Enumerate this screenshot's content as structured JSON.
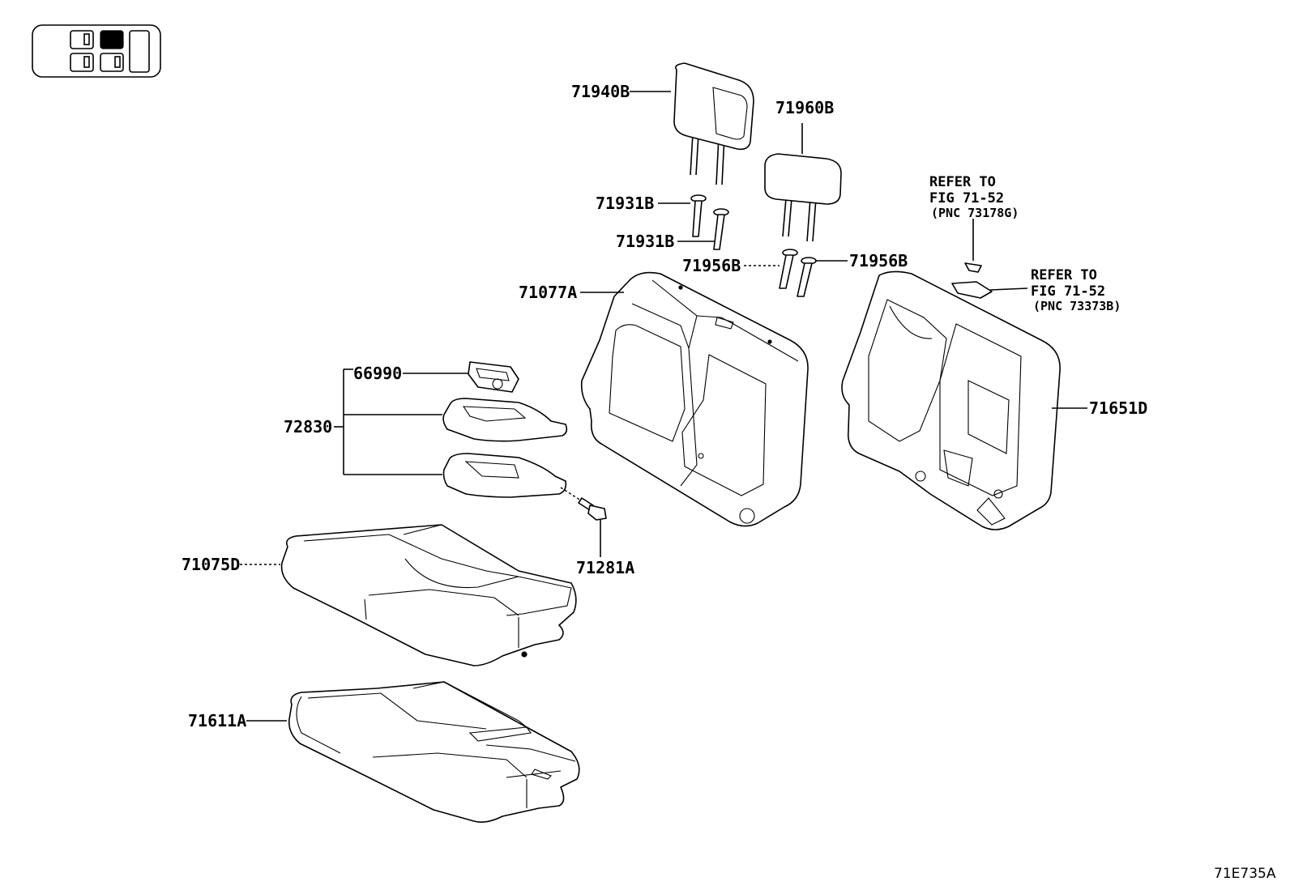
{
  "diagram_id": "71E735A",
  "part_labels": {
    "p71940B": "71940B",
    "p71960B": "71960B",
    "p71931B_1": "71931B",
    "p71931B_2": "71931B",
    "p71956B_1": "71956B",
    "p71956B_2": "71956B",
    "p71077A": "71077A",
    "p66990": "66990",
    "p72830": "72830",
    "p71281A": "71281A",
    "p71075D": "71075D",
    "p71611A": "71611A",
    "p71651D": "71651D"
  },
  "references": [
    {
      "line1": "REFER TO",
      "line2": "FIG 71-52",
      "line3": "(PNC 73178G)"
    },
    {
      "line1": "REFER TO",
      "line2": "FIG 71-52",
      "line3": "(PNC 73373B)"
    }
  ],
  "locator": {
    "highlighted_cell": "top-middle"
  }
}
